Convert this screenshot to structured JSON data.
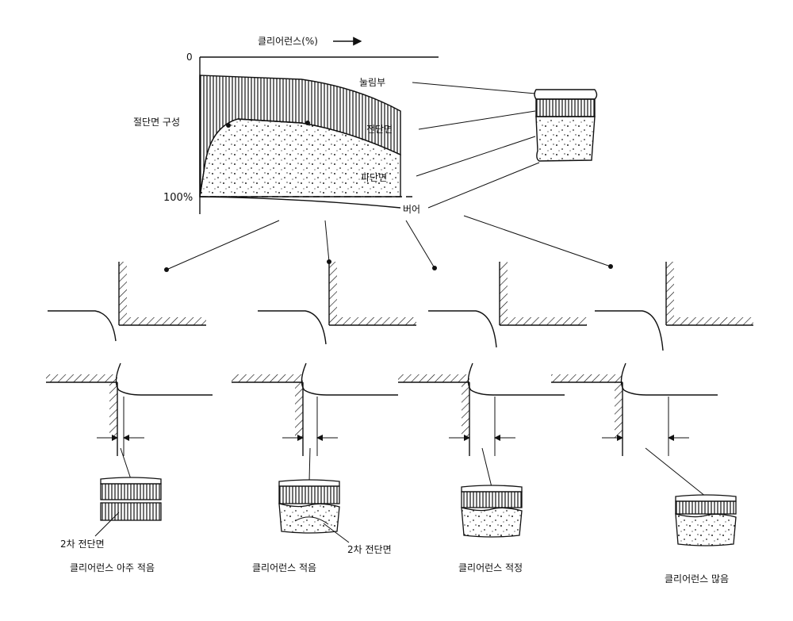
{
  "graph": {
    "x_axis_label": "클리어런스(%)",
    "y_axis_label": "절단면 구성",
    "y_top_tick": "0",
    "y_bottom_tick": "100%",
    "zones": [
      "눌림부",
      "전단면",
      "파단면",
      "버어"
    ]
  },
  "cases": [
    {
      "caption": "클리어런스 아주 적음",
      "note": "2차 전단면"
    },
    {
      "caption": "클리어런스  적음",
      "note": "2차 전단면"
    },
    {
      "caption": "클리어런스 적정",
      "note": ""
    },
    {
      "caption": "클리어런스 많음",
      "note": ""
    }
  ]
}
